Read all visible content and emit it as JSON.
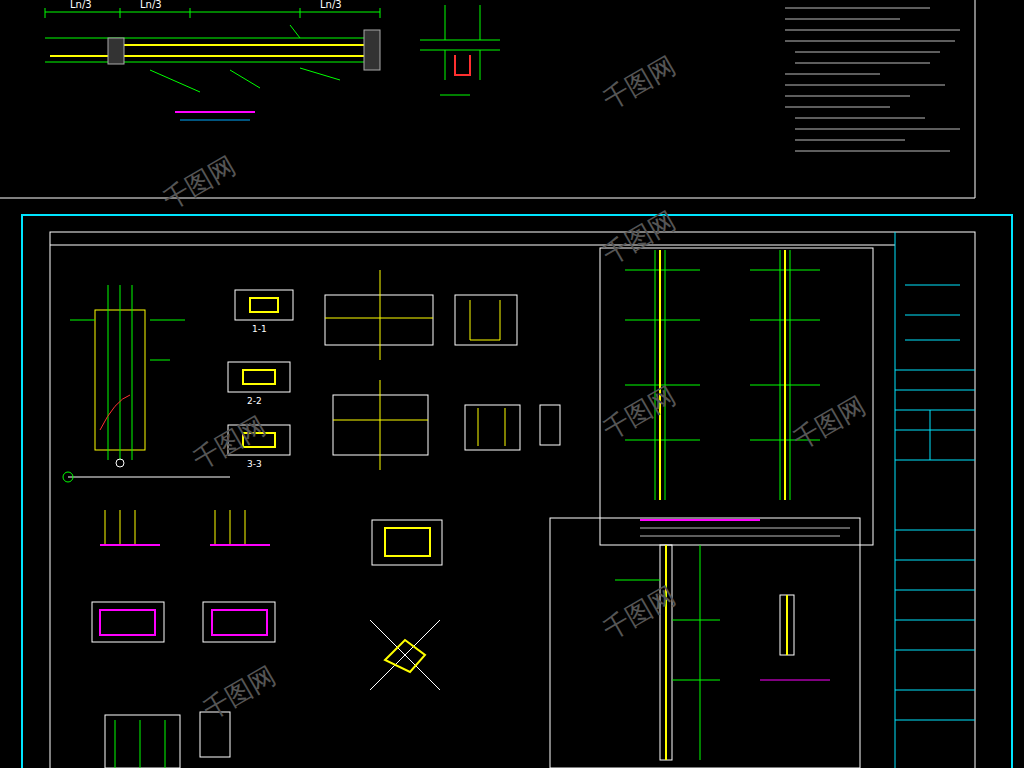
{
  "diagram": {
    "labels": [
      "Ln/3",
      "Ln/3",
      "Ln/3",
      "1-1",
      "2-2",
      "3-3",
      "千图网",
      "千图网",
      "千图网",
      "千图网",
      "千图网",
      "千图网",
      "千图网",
      "千图网"
    ]
  }
}
